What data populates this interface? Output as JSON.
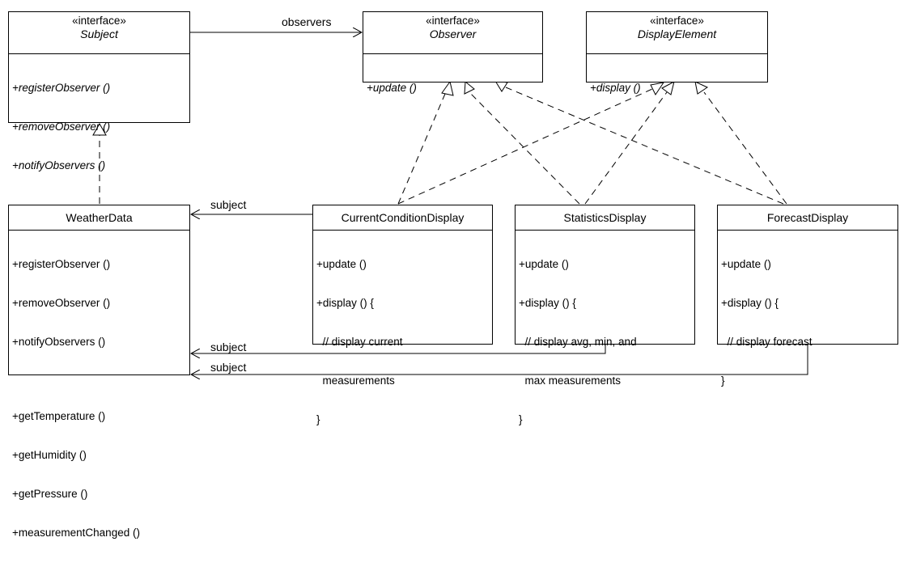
{
  "classes": {
    "subject": {
      "stereotype": "«interface»",
      "name": "Subject",
      "operations": [
        "+registerObserver ()",
        "+removeObserver ()",
        "+notifyObservers ()"
      ]
    },
    "observer": {
      "stereotype": "«interface»",
      "name": "Observer",
      "operations": [
        "+update ()"
      ]
    },
    "display_element": {
      "stereotype": "«interface»",
      "name": "DisplayElement",
      "operations": [
        "+display ()"
      ]
    },
    "weather_data": {
      "name": "WeatherData",
      "operations": [
        "+registerObserver ()",
        "+removeObserver ()",
        "+notifyObservers ()",
        "",
        "+getTemperature ()",
        "+getHumidity ()",
        "+getPressure ()",
        "+measurementChanged ()"
      ]
    },
    "current_condition_display": {
      "name": "CurrentConditionDisplay",
      "operations": [
        "+update ()",
        "+display () {",
        "  // display current",
        "  measurements",
        "}"
      ]
    },
    "statistics_display": {
      "name": "StatisticsDisplay",
      "operations": [
        "+update ()",
        "+display () {",
        "  // display avg, min, and",
        "  max measurements",
        "}"
      ]
    },
    "forecast_display": {
      "name": "ForecastDisplay",
      "operations": [
        "+update ()",
        "+display () {",
        "  // display forecast",
        "}"
      ]
    }
  },
  "labels": {
    "observers": "observers",
    "subject_current": "subject",
    "subject_statistics": "subject",
    "subject_forecast": "subject"
  },
  "colors": {
    "line": "#000000",
    "background": "#ffffff"
  }
}
